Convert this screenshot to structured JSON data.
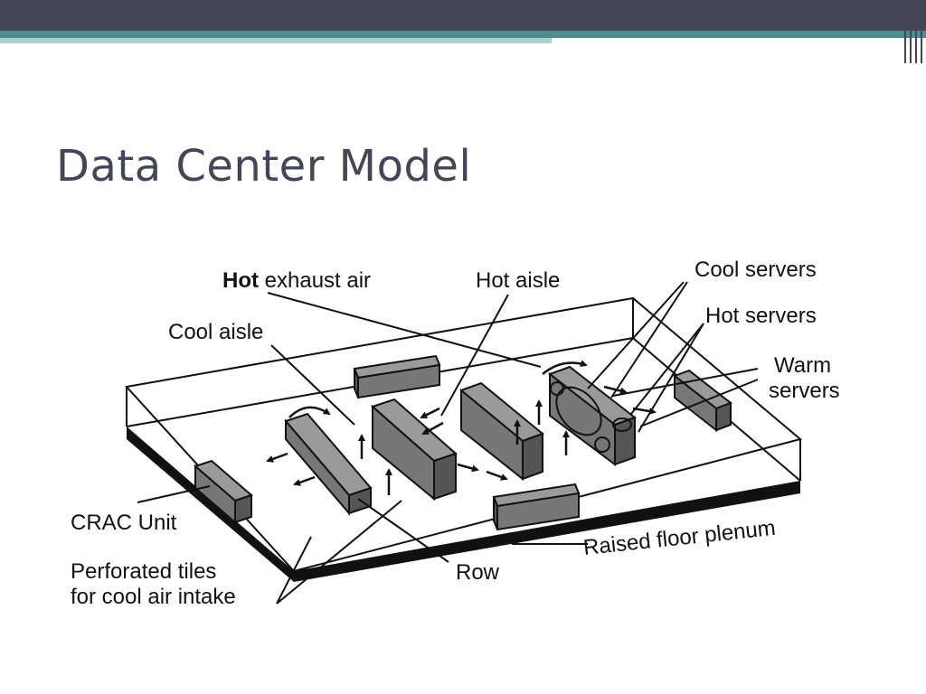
{
  "slide": {
    "title": "Data Center Model"
  },
  "diagram": {
    "labels": {
      "hot_exhaust_air_bold": "Hot",
      "hot_exhaust_air_rest": " exhaust air",
      "hot_aisle": "Hot aisle",
      "cool_servers": "Cool servers",
      "hot_servers": "Hot servers",
      "warm_servers_line1": "Warm",
      "warm_servers_line2": "servers",
      "cool_aisle": "Cool aisle",
      "crac_unit": "CRAC Unit",
      "perforated_line1": "Perforated tiles",
      "perforated_line2": "for cool air intake",
      "row": "Row",
      "raised_floor_plenum": "Raised floor plenum"
    }
  },
  "colors": {
    "title": "#434656",
    "top_band": "#434656",
    "teal_band": "#4f8d8d",
    "rack_fill": "#707070",
    "line": "#111111"
  }
}
